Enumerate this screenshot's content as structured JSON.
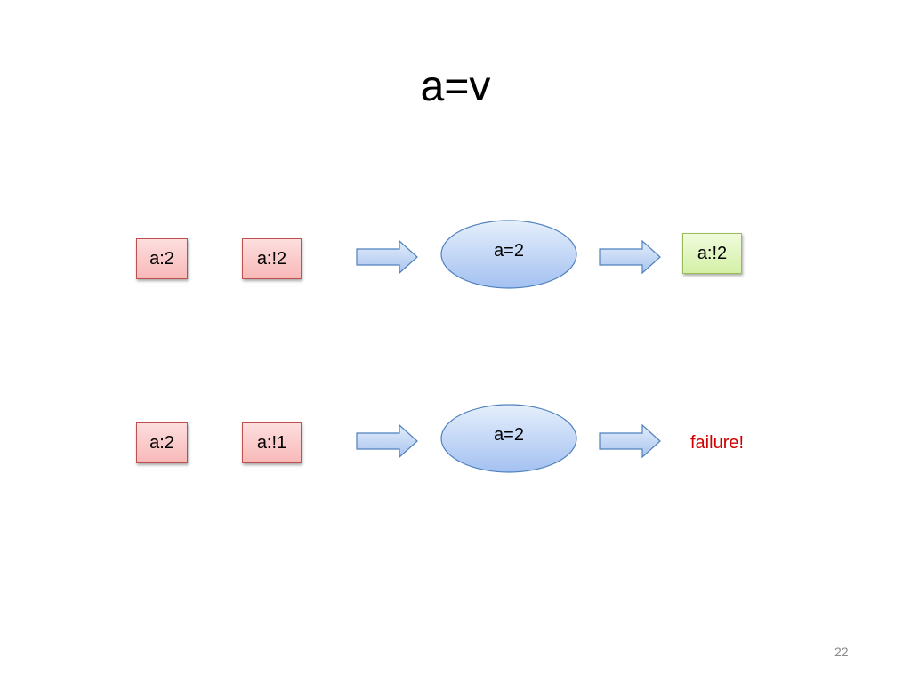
{
  "slide": {
    "title": "a=v",
    "page_number": "22"
  },
  "rows": [
    {
      "input_tokens": [
        "a:2",
        "a:!2"
      ],
      "node_label": "a=2",
      "result": {
        "kind": "token",
        "label": "a:!2"
      }
    },
    {
      "input_tokens": [
        "a:2",
        "a:!1"
      ],
      "node_label": "a=2",
      "result": {
        "kind": "text",
        "label": "failure!"
      }
    }
  ],
  "colors": {
    "input_token_fill": "#f8b9b8",
    "input_token_border": "#c0504d",
    "output_token_fill": "#d4f0a6",
    "output_token_border": "#9bbb59",
    "node_fill": "#a9c7f4",
    "node_border": "#4f81bd",
    "arrow_fill": "#bcd3f6",
    "arrow_border": "#4f81bd",
    "failure_text": "#d00000"
  }
}
